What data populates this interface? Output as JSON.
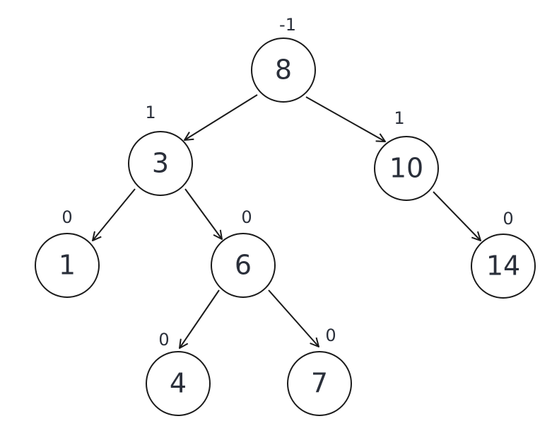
{
  "tree": {
    "nodes": [
      {
        "id": "n8",
        "value": "8",
        "balance": "-1"
      },
      {
        "id": "n3",
        "value": "3",
        "balance": "1"
      },
      {
        "id": "n10",
        "value": "10",
        "balance": "1"
      },
      {
        "id": "n1",
        "value": "1",
        "balance": "0"
      },
      {
        "id": "n6",
        "value": "6",
        "balance": "0"
      },
      {
        "id": "n14",
        "value": "14",
        "balance": "0"
      },
      {
        "id": "n4",
        "value": "4",
        "balance": "0"
      },
      {
        "id": "n7",
        "value": "7",
        "balance": "0"
      }
    ],
    "edges": [
      {
        "from": "n8",
        "to": "n3"
      },
      {
        "from": "n8",
        "to": "n10"
      },
      {
        "from": "n3",
        "to": "n1"
      },
      {
        "from": "n3",
        "to": "n6"
      },
      {
        "from": "n10",
        "to": "n14"
      },
      {
        "from": "n6",
        "to": "n4"
      },
      {
        "from": "n6",
        "to": "n7"
      }
    ],
    "colors": {
      "stroke": "#1a1a1a",
      "text": "#2a2f3a",
      "background": "#ffffff"
    }
  }
}
